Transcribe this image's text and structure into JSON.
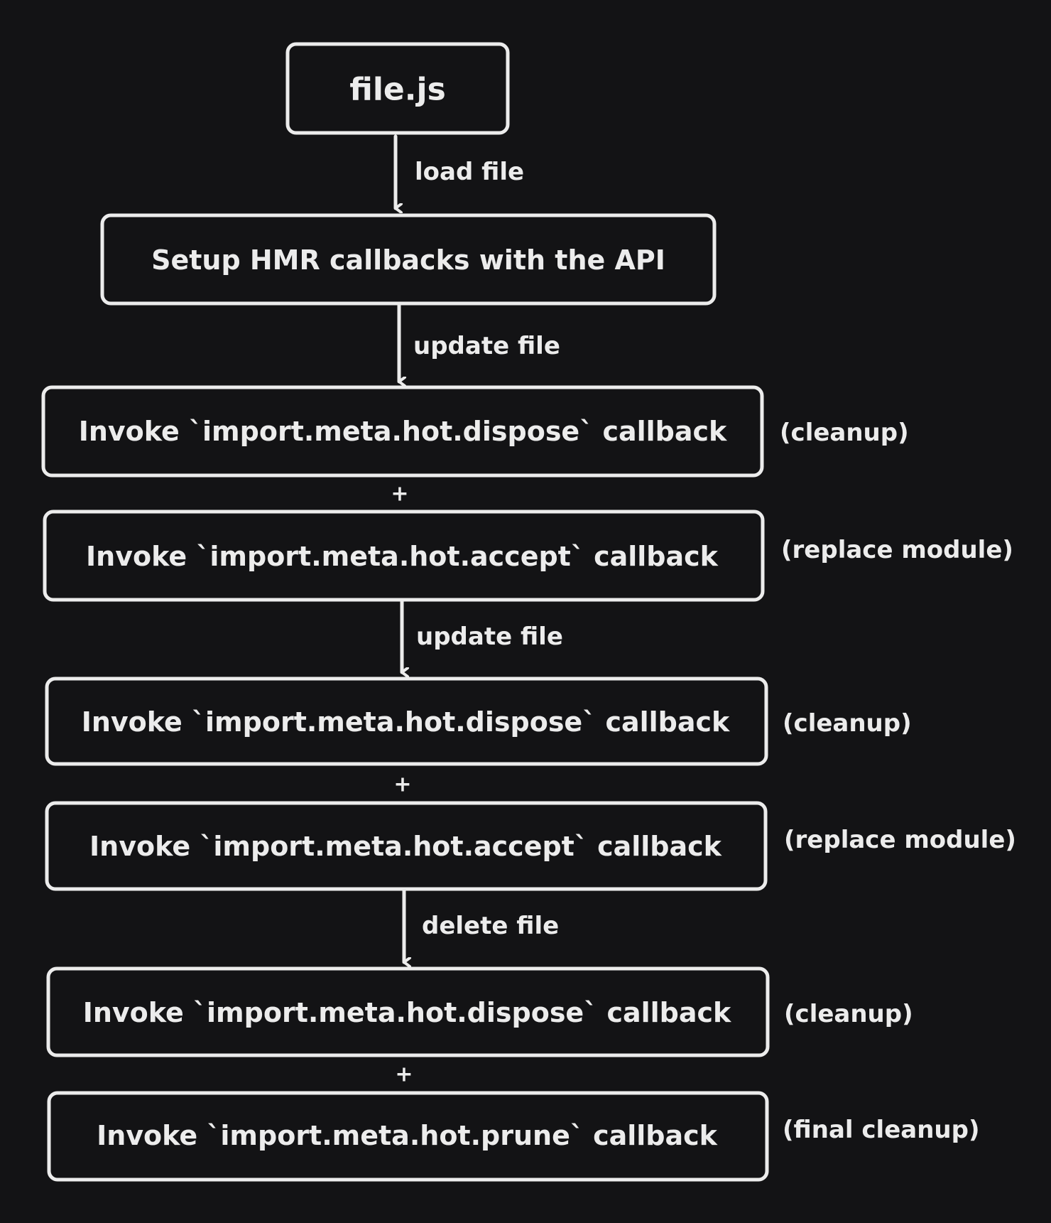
{
  "diagram": {
    "nodes": [
      {
        "id": "file",
        "label": "file.js",
        "note": ""
      },
      {
        "id": "setup",
        "label": "Setup HMR callbacks with the API",
        "note": ""
      },
      {
        "id": "dispose1",
        "label": "Invoke `import.meta.hot.dispose` callback",
        "note": "(cleanup)"
      },
      {
        "id": "accept1",
        "label": "Invoke `import.meta.hot.accept` callback",
        "note": "(replace module)"
      },
      {
        "id": "dispose2",
        "label": "Invoke `import.meta.hot.dispose` callback",
        "note": "(cleanup)"
      },
      {
        "id": "accept2",
        "label": "Invoke `import.meta.hot.accept` callback",
        "note": "(replace module)"
      },
      {
        "id": "dispose3",
        "label": "Invoke `import.meta.hot.dispose` callback",
        "note": "(cleanup)"
      },
      {
        "id": "prune",
        "label": "Invoke `import.meta.hot.prune` callback",
        "note": "(final cleanup)"
      }
    ],
    "edges": [
      {
        "from": "file",
        "to": "setup",
        "kind": "arrow",
        "label": "load file"
      },
      {
        "from": "setup",
        "to": "dispose1",
        "kind": "arrow",
        "label": "update file"
      },
      {
        "from": "dispose1",
        "to": "accept1",
        "kind": "plus",
        "label": "+"
      },
      {
        "from": "accept1",
        "to": "dispose2",
        "kind": "arrow",
        "label": "update file"
      },
      {
        "from": "dispose2",
        "to": "accept2",
        "kind": "plus",
        "label": "+"
      },
      {
        "from": "accept2",
        "to": "dispose3",
        "kind": "arrow",
        "label": "delete file"
      },
      {
        "from": "dispose3",
        "to": "prune",
        "kind": "plus",
        "label": "+"
      }
    ]
  },
  "colors": {
    "background": "#131315",
    "foreground": "#ececec"
  }
}
